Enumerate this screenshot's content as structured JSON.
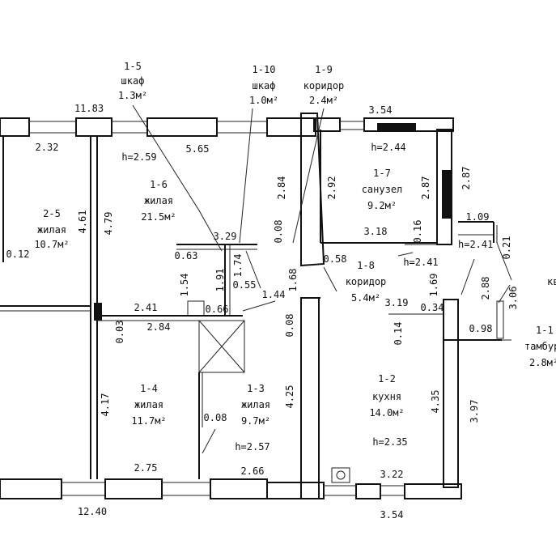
{
  "rooms": {
    "r15": {
      "id": "1-5",
      "name": "шкаф",
      "area": "1.3м²"
    },
    "r110": {
      "id": "1-10",
      "name": "шкаф",
      "area": "1.0м²"
    },
    "r19": {
      "id": "1-9",
      "name": "коридор",
      "area": "2.4м²"
    },
    "r16": {
      "id": "1-6",
      "name": "жилая",
      "area": "21.5м²",
      "h": "h=2.59"
    },
    "r17": {
      "id": "1-7",
      "name": "санузел",
      "area": "9.2м²",
      "h": "h=2.44"
    },
    "r25": {
      "id": "2-5",
      "name": "жилая",
      "area": "10.7м²"
    },
    "r18": {
      "id": "1-8",
      "name": "коридор",
      "area": "5.4м²",
      "h": "h=2.41"
    },
    "r14": {
      "id": "1-4",
      "name": "жилая",
      "area": "11.7м²"
    },
    "r13": {
      "id": "1-3",
      "name": "жилая",
      "area": "9.7м²",
      "h": "h=2.57"
    },
    "r12": {
      "id": "1-2",
      "name": "кухня",
      "area": "14.0м²",
      "h": "h=2.35"
    },
    "r11": {
      "id": "1-1",
      "name": "тамбур",
      "area": "2.8м²"
    },
    "h241b": "h=2.41",
    "cut_label": "кв"
  },
  "dims": {
    "d1183": "11.83",
    "d354t": "3.54",
    "d232": "2.32",
    "d565": "5.65",
    "d461": "4.61",
    "d479": "4.79",
    "d012": "0.12",
    "d284v": "2.84",
    "d292": "2.92",
    "d287a": "2.87",
    "d287b": "2.87",
    "d008a": "0.08",
    "d329": "3.29",
    "d063": "0.63",
    "d174": "1.74",
    "d318": "3.18",
    "d016": "0.16",
    "d109": "1.09",
    "d021": "0.21",
    "d058": "0.58",
    "d154": "1.54",
    "d191": "1.91",
    "d055": "0.55",
    "d144": "1.44",
    "d168": "1.68",
    "d169": "1.69",
    "d288": "2.88",
    "d306": "3.06",
    "d241": "2.41",
    "d066": "0.66",
    "d319": "3.19",
    "d034": "0.34",
    "d003": "0.03",
    "d284h": "2.84",
    "d008b": "0.08",
    "d014": "0.14",
    "d098": "0.98",
    "d417": "4.17",
    "d008c": "0.08",
    "d425": "4.25",
    "d435": "4.35",
    "d397": "3.97",
    "d275": "2.75",
    "d266": "2.66",
    "d322": "3.22",
    "d1240": "12.40",
    "d354b": "3.54"
  }
}
